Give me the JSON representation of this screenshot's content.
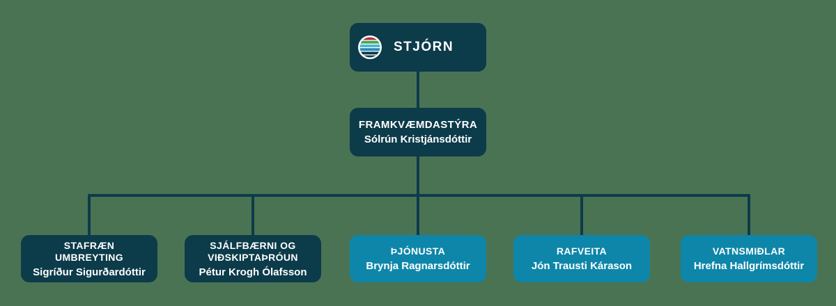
{
  "org_chart": {
    "colors": {
      "background": "#4A7354",
      "node_dark": "#0C3B4A",
      "node_light": "#0E86A9",
      "connector": "#0C3B4A",
      "text": "#FFFFFF"
    },
    "root": {
      "title": "STJÓRN",
      "logo_icon": "striped-globe-logo",
      "logo_background": "#FFFFFF",
      "logo_stripe_colors": [
        "#9E3A3F",
        "#4FA44C",
        "#45B8DC",
        "#2B8CB8",
        "#0C3B4A",
        "#0C3B4A"
      ]
    },
    "manager": {
      "title": "FRAMKVÆMDASTÝRA",
      "name": "Sólrún Kristjánsdóttir"
    },
    "departments": [
      {
        "id": "stafraen-umbreyting",
        "title_lines": [
          "STAFRÆN",
          "UMBREYTING"
        ],
        "name": "Sigríður Sigurðardóttir",
        "variant": "dark"
      },
      {
        "id": "sjalfbaerni-og-vidskiptathroun",
        "title_lines": [
          "SJÁLFBÆRNI OG",
          "VIÐSKIPTAÞRÓUN"
        ],
        "name": "Pétur Krogh Ólafsson",
        "variant": "dark"
      },
      {
        "id": "thjonusta",
        "title_lines": [
          "ÞJÓNUSTA"
        ],
        "name": "Brynja Ragnarsdóttir",
        "variant": "light"
      },
      {
        "id": "rafveita",
        "title_lines": [
          "RAFVEITA"
        ],
        "name": "Jón Trausti Kárason",
        "variant": "light"
      },
      {
        "id": "vatnsmidlar",
        "title_lines": [
          "VATNSMIÐLAR"
        ],
        "name": "Hrefna Hallgrímsdóttir",
        "variant": "light"
      }
    ]
  }
}
